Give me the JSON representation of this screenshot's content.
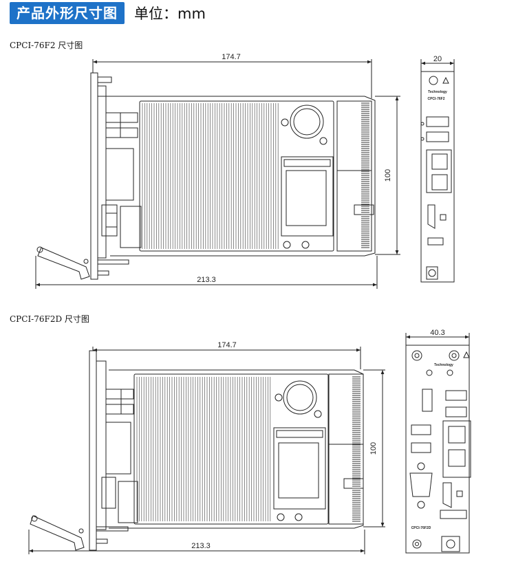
{
  "header": {
    "badge": "产品外形尺寸图",
    "unit": "单位：mm"
  },
  "drawings": [
    {
      "caption": "CPCI-76F2  尺寸图",
      "top_dim": "174.7",
      "height_dim": "100",
      "bottom_dim": "213.3",
      "panel_width_dim": "20",
      "panel_model": "CPCI-76F2",
      "panel_brand": "Technology"
    },
    {
      "caption": "CPCI-76F2D  尺寸图",
      "top_dim": "174.7",
      "height_dim": "100",
      "bottom_dim": "213.3",
      "panel_width_dim": "40.3",
      "panel_model": "CPCI-76F2D",
      "panel_brand": "Technology"
    }
  ]
}
